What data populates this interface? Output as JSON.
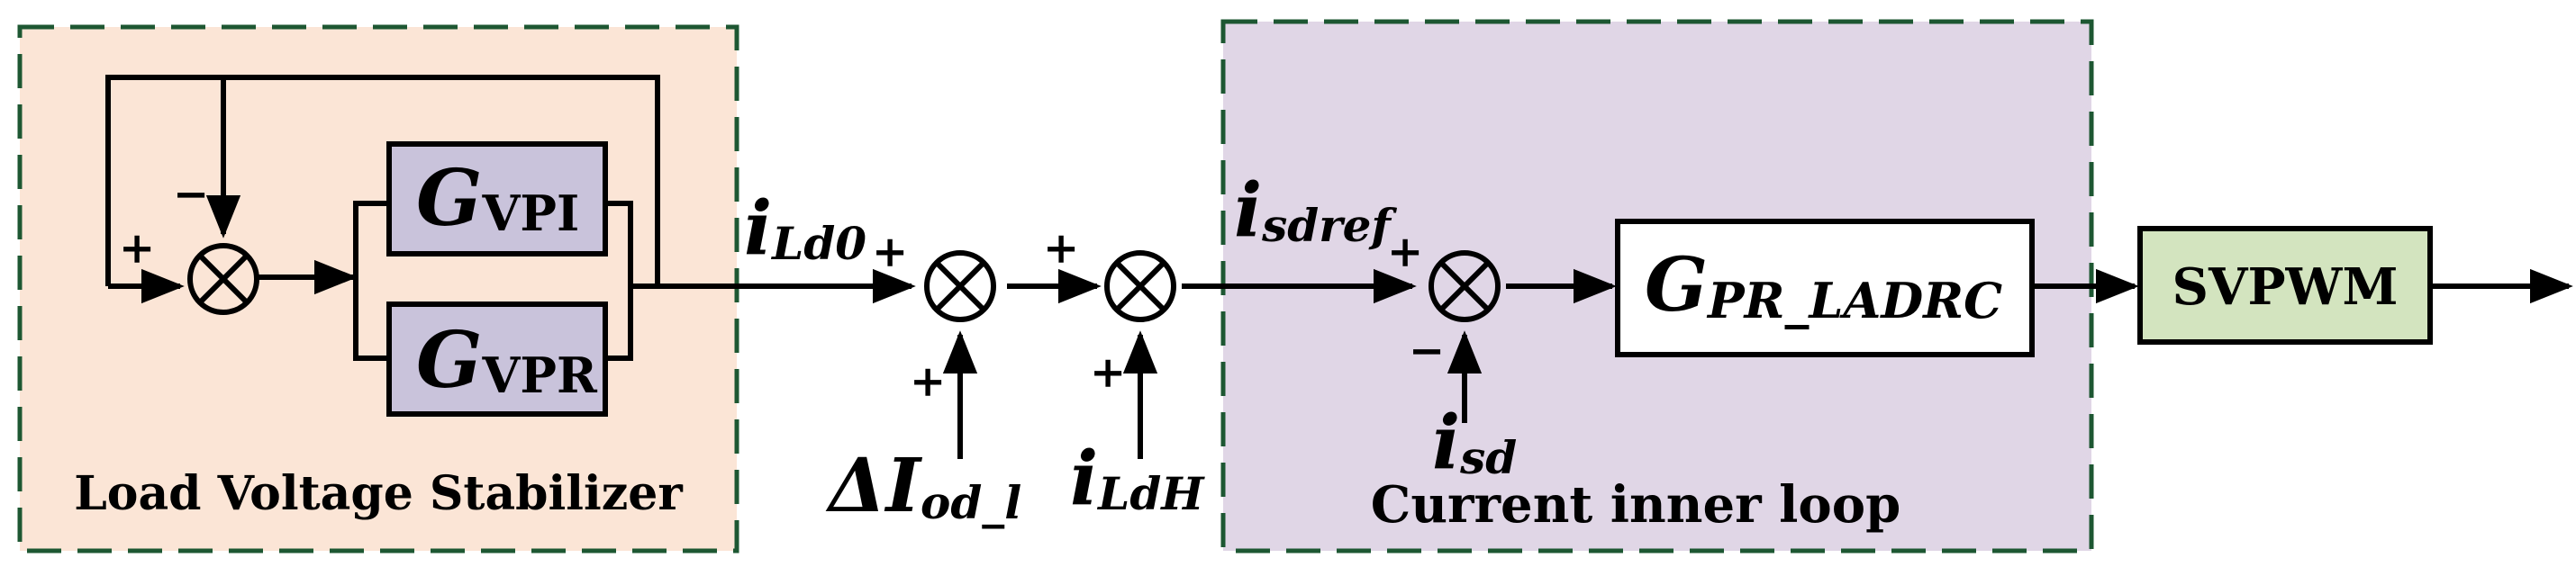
{
  "colors": {
    "stabilizer_fill": "#fbe5d6",
    "current_loop_fill": "#e0d6e6",
    "dash_border": "#1d5732",
    "gain_block_fill": "#c9c3db",
    "svpwm_fill": "#d3e4bf",
    "line": "#000000"
  },
  "regions": {
    "stabilizer_caption": "Load Voltage Stabilizer",
    "current_loop_caption": "Current inner loop"
  },
  "blocks": {
    "gvpi": {
      "main": "G",
      "sub": "VPI"
    },
    "gvpr": {
      "main": "G",
      "sub": "VPR"
    },
    "gpr": {
      "main": "G",
      "sub": "PR_LADRC"
    },
    "svpwm": "SVPWM"
  },
  "signals": {
    "ild0": {
      "main": "i",
      "sub": "Ld0"
    },
    "isdref": {
      "main": "i",
      "sub": "sdref"
    },
    "delta_iod": {
      "main": "ΔI",
      "sub": "od_l"
    },
    "ildh": {
      "main": "i",
      "sub": "LdH"
    },
    "isd": {
      "main": "i",
      "sub": "sd"
    }
  },
  "signs": {
    "sj1_feedback": "−",
    "sj1_input": "+",
    "sj2_left": "+",
    "sj2_bottom": "+",
    "sj3_left": "+",
    "sj3_bottom": "+",
    "sj4_left": "+",
    "sj4_bottom": "−"
  }
}
